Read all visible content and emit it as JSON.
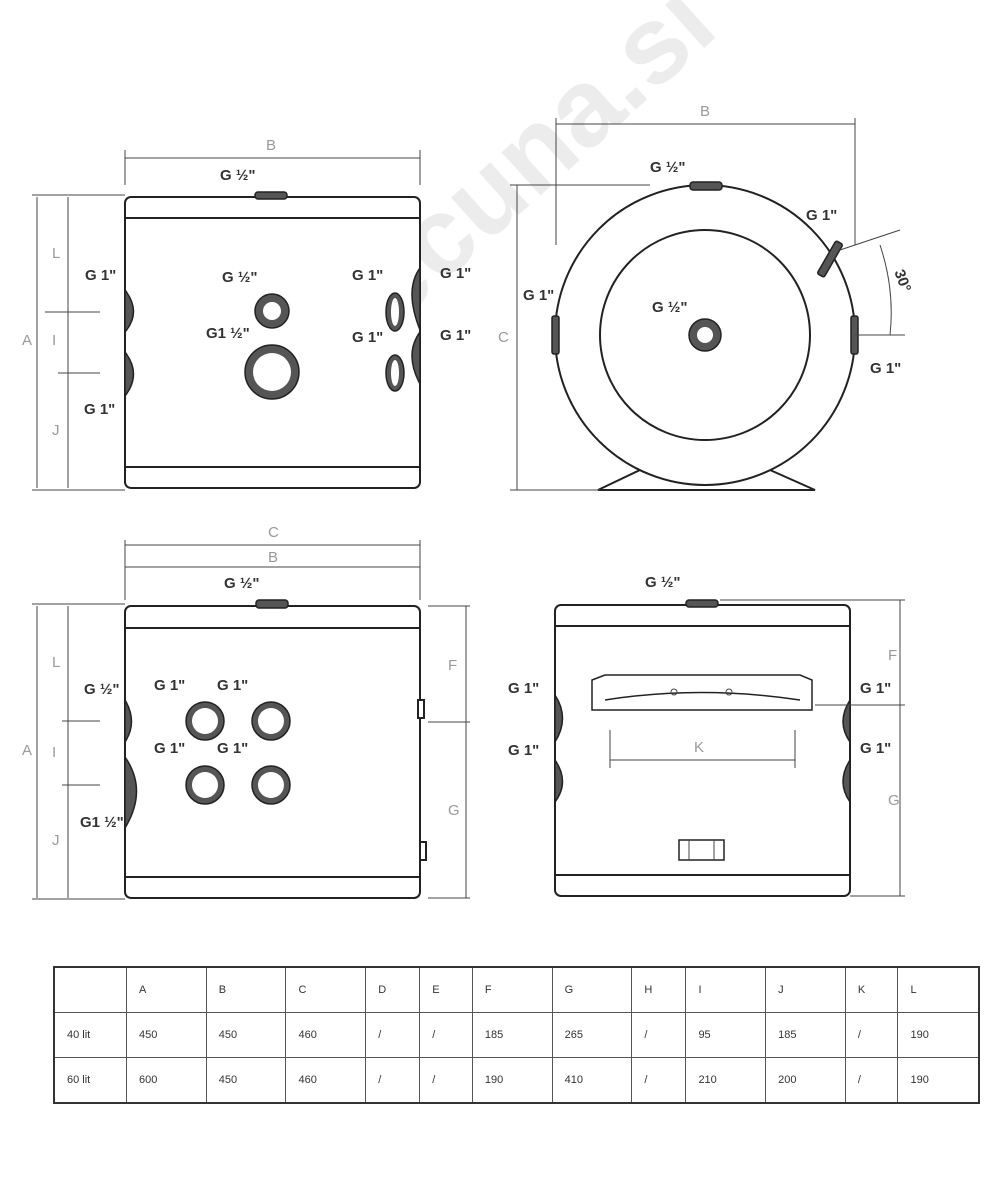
{
  "watermark": "kelstecuna.si",
  "labels": {
    "g_half": "G ½\"",
    "g1": "G 1\"",
    "g1_half": "G1 ½\"",
    "angle": "30°"
  },
  "dims": {
    "A": "A",
    "B": "B",
    "C": "C",
    "F": "F",
    "G": "G",
    "I": "I",
    "J": "J",
    "K": "K",
    "L": "L"
  },
  "table": {
    "headers": [
      "",
      "A",
      "B",
      "C",
      "D",
      "E",
      "F",
      "G",
      "H",
      "I",
      "J",
      "K",
      "L"
    ],
    "rows": [
      [
        "40 lit",
        "450",
        "450",
        "460",
        "/",
        "/",
        "185",
        "265",
        "/",
        "95",
        "185",
        "/",
        "190"
      ],
      [
        "60 lit",
        "600",
        "450",
        "460",
        "/",
        "/",
        "190",
        "410",
        "/",
        "210",
        "200",
        "/",
        "190"
      ]
    ]
  }
}
